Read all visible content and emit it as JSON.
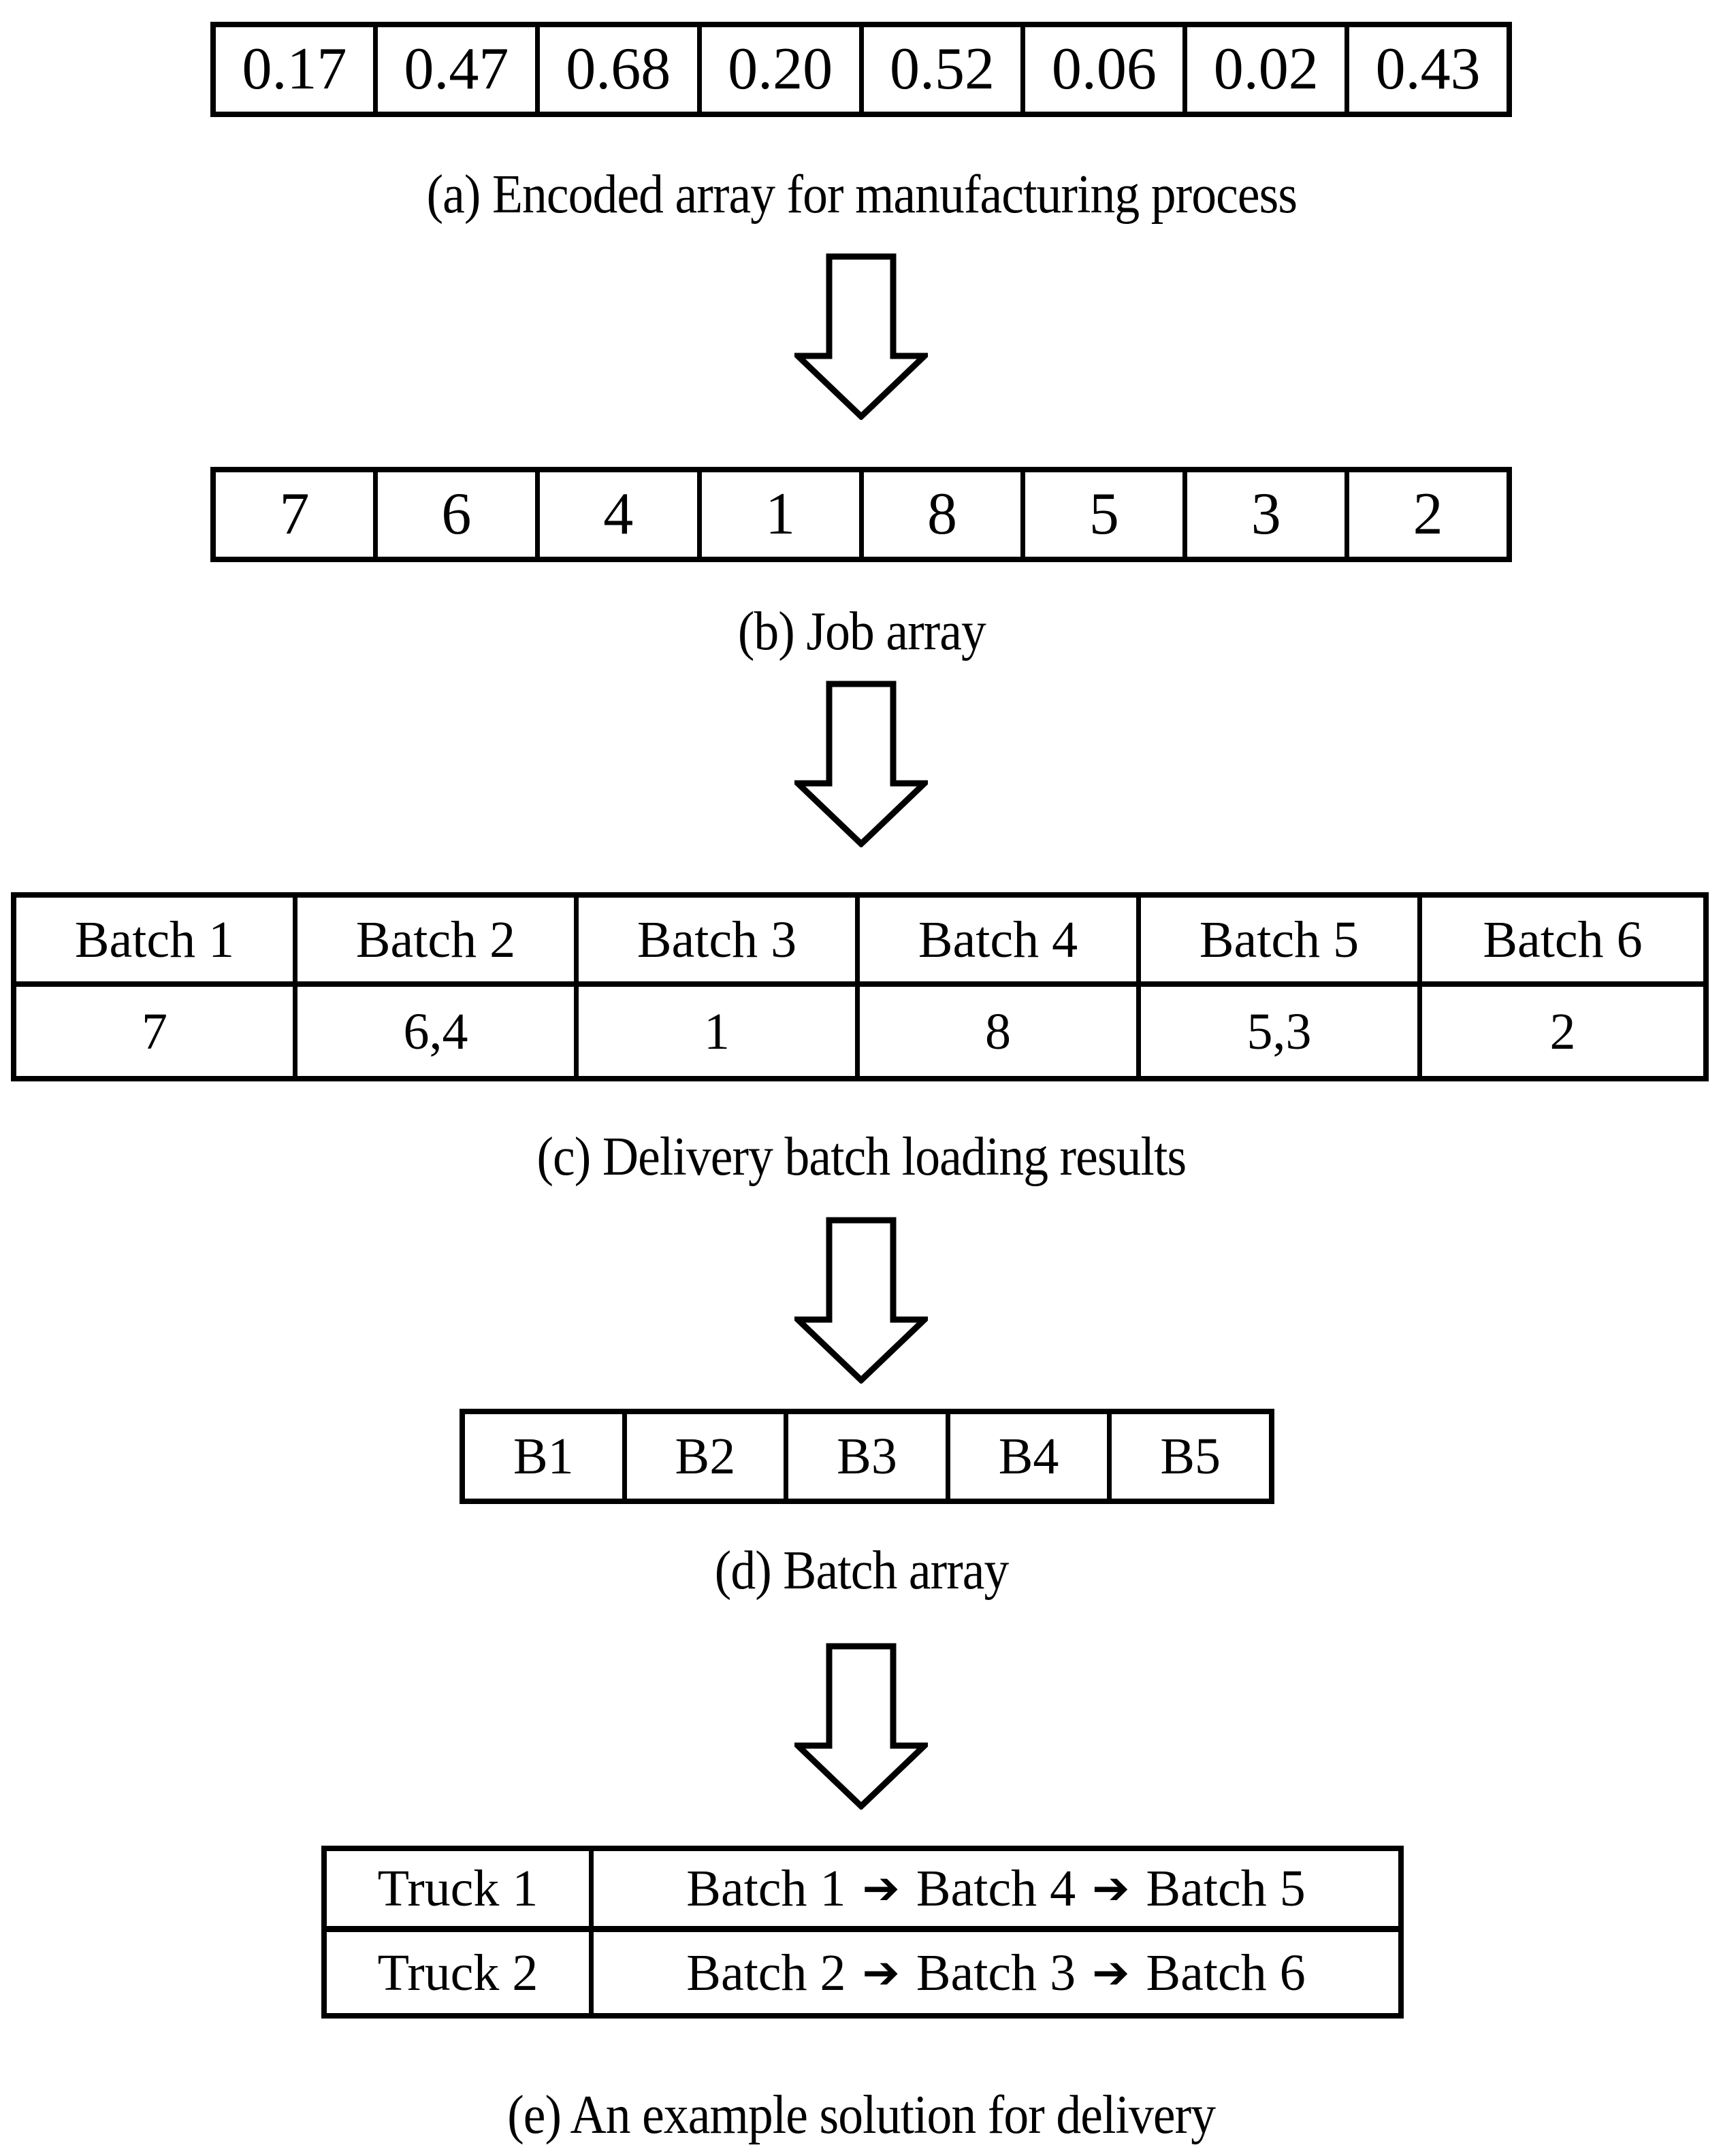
{
  "figure": {
    "colors": {
      "line": "#000000",
      "background": "#ffffff"
    },
    "encoded_array": {
      "values": [
        "0.17",
        "0.47",
        "0.68",
        "0.20",
        "0.52",
        "0.06",
        "0.02",
        "0.43"
      ],
      "caption": "(a) Encoded array for manufacturing process"
    },
    "job_array": {
      "values": [
        "7",
        "6",
        "4",
        "1",
        "8",
        "5",
        "3",
        "2"
      ],
      "caption": "(b) Job array"
    },
    "batch_table": {
      "headers": [
        "Batch 1",
        "Batch 2",
        "Batch 3",
        "Batch 4",
        "Batch 5",
        "Batch 6"
      ],
      "values": [
        "7",
        "6,4",
        "1",
        "8",
        "5,3",
        "2"
      ],
      "caption": "(c) Delivery batch loading results"
    },
    "batch_array": {
      "values": [
        "B1",
        "B2",
        "B3",
        "B4",
        "B5"
      ],
      "caption": "(d) Batch array"
    },
    "truck_table": {
      "arrow_glyph": "➔",
      "rows": [
        {
          "label": "Truck 1",
          "stops": [
            "Batch 1",
            "Batch 4",
            "Batch 5"
          ]
        },
        {
          "label": "Truck 2",
          "stops": [
            "Batch 2",
            "Batch 3",
            "Batch 6"
          ]
        }
      ],
      "caption": "(e) An example solution for delivery"
    }
  }
}
